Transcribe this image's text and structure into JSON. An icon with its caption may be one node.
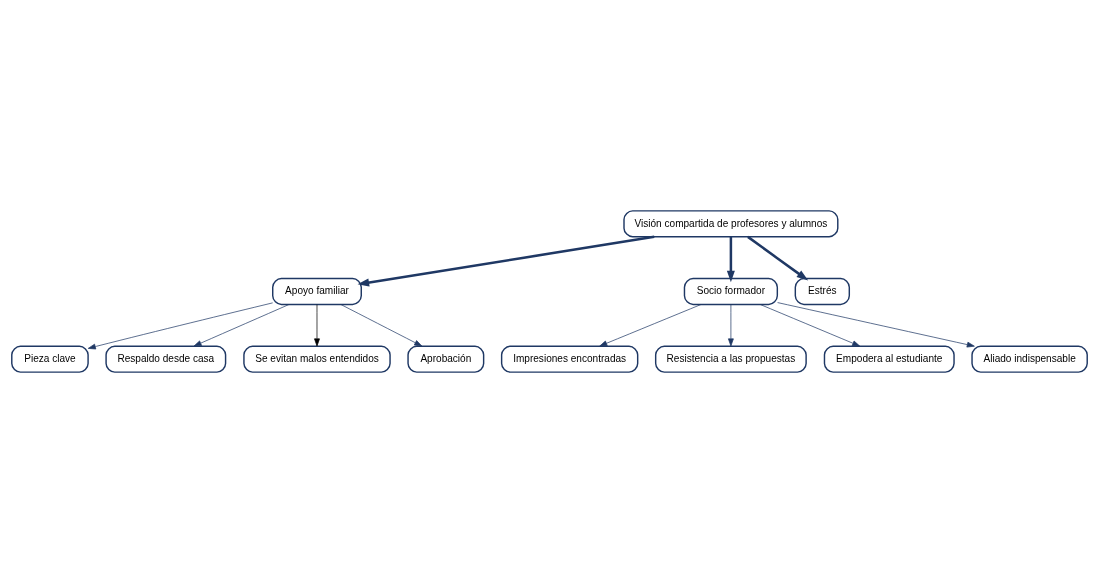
{
  "diagram": {
    "nodes": [
      {
        "text": [
          "Visión compartida de profesores y alumnos"
        ]
      },
      {
        "text": [
          "Apoyo familiar"
        ]
      },
      {
        "text": [
          "Socio formador"
        ]
      },
      {
        "text": [
          "Estrés"
        ]
      },
      {
        "text": [
          "Pieza clave"
        ]
      },
      {
        "text": [
          "Respaldo desde casa"
        ]
      },
      {
        "text": [
          "Se evitan malos entendidos"
        ]
      },
      {
        "text": [
          "Aprobación"
        ]
      },
      {
        "text": [
          "Impresiones encontradas"
        ]
      },
      {
        "text": [
          "Resistencia a las propuestas"
        ]
      },
      {
        "text": [
          "Empodera al estudiante"
        ]
      },
      {
        "text": [
          "Aliado indispensable"
        ]
      }
    ],
    "edges": [
      {
        "from": 0,
        "to": 1,
        "arrow": "to",
        "style": "thick"
      },
      {
        "from": 0,
        "to": 2,
        "arrow": "to",
        "style": "thick"
      },
      {
        "from": 0,
        "to": 3,
        "arrow": "to",
        "style": "thick"
      },
      {
        "from": 1,
        "to": 4,
        "arrow": "to"
      },
      {
        "from": 1,
        "to": 5,
        "arrow": "to"
      },
      {
        "from": 1,
        "to": 6,
        "arrow": "to",
        "color": "#000000"
      },
      {
        "from": 1,
        "to": 7,
        "arrow": "to"
      },
      {
        "from": 2,
        "to": 8,
        "arrow": "to"
      },
      {
        "from": 2,
        "to": 9,
        "arrow": "to"
      },
      {
        "from": 2,
        "to": 10,
        "arrow": "to"
      },
      {
        "from": 2,
        "to": 11,
        "arrow": "to"
      }
    ]
  }
}
